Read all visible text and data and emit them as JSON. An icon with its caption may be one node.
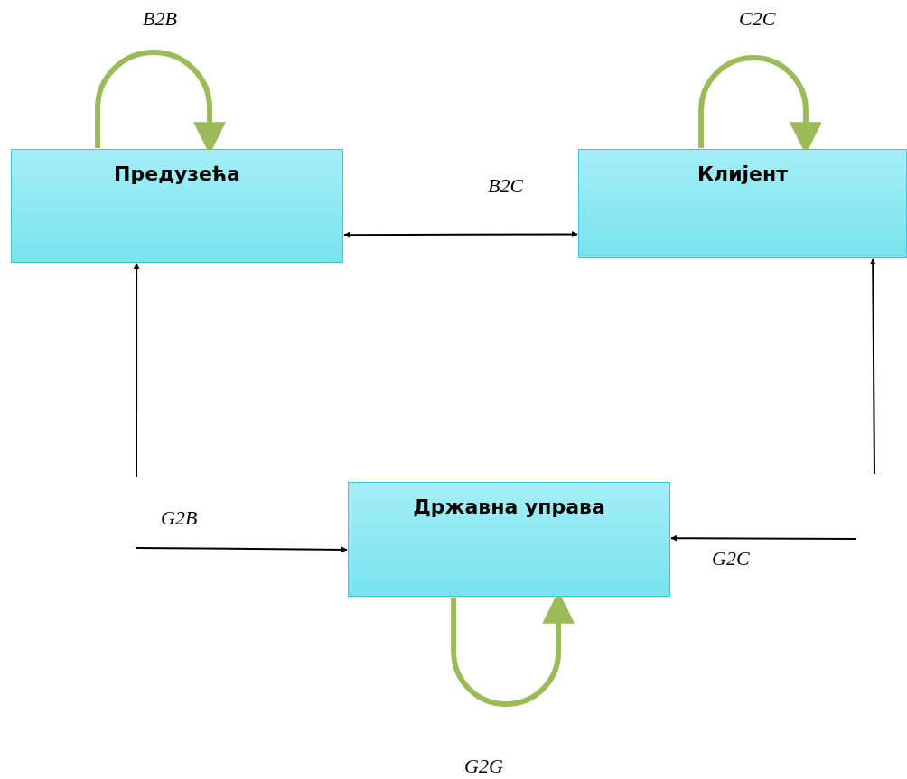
{
  "diagram": {
    "nodes": [
      {
        "text": [
          "Предузећа"
        ]
      },
      {
        "text": [
          "Клијент"
        ]
      },
      {
        "text": [
          "Државна управа"
        ]
      }
    ],
    "edges": [
      {
        "from": 0,
        "to": 1,
        "arrow": "both",
        "label": "B2C"
      },
      {
        "from": null,
        "to": 0,
        "arrow": "to"
      },
      {
        "from": null,
        "to": 2,
        "arrow": "to",
        "label": "G2B"
      },
      {
        "from": null,
        "to": 1,
        "arrow": "to"
      },
      {
        "from": null,
        "to": 2,
        "arrow": "to",
        "label": "G2C"
      },
      {
        "from": 0,
        "to": 0,
        "arrow": "to",
        "label": "B2B",
        "style": "thick",
        "color": "#9bbb59"
      },
      {
        "from": 1,
        "to": 1,
        "arrow": "to",
        "label": "C2C",
        "style": "thick",
        "color": "#9bbb59"
      },
      {
        "from": 2,
        "to": 2,
        "arrow": "to",
        "label": "G2G",
        "style": "thick",
        "color": "#9bbb59"
      }
    ]
  }
}
